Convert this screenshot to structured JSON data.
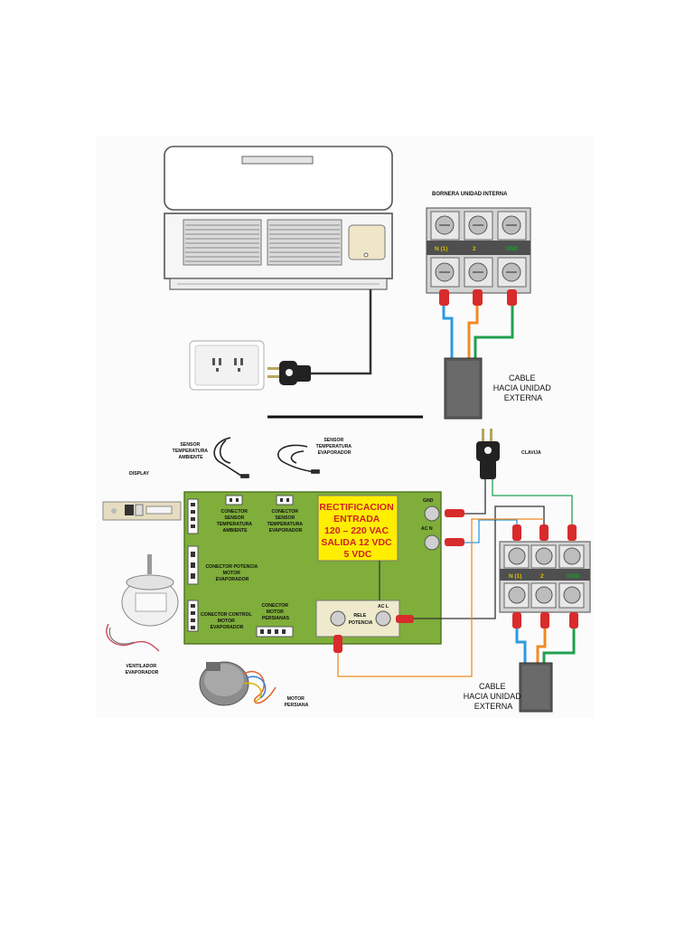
{
  "top": {
    "terminal_title": "BORNERA UNIDAD INTERNA",
    "terminals": [
      "N (1)",
      "2",
      "GND"
    ],
    "cable_label": [
      "CABLE",
      "HACIA UNIDAD",
      "EXTERNA"
    ]
  },
  "bottom": {
    "sensor_ambient": [
      "SENSOR",
      "TEMPERATURA",
      "AMBIENTE"
    ],
    "sensor_evap": [
      "SENSOR",
      "TEMPERATURA",
      "EVAPORADOR"
    ],
    "display": "DISPLAY",
    "clavija": "CLAVIJA",
    "conn_sensor_amb": [
      "CONECTOR",
      "SENSOR",
      "TEMPERATURA",
      "AMBIENTE"
    ],
    "conn_sensor_evap": [
      "CONECTOR",
      "SENSOR",
      "TEMPERATURA",
      "EVAPORADOR"
    ],
    "rectifier": [
      "RECTIFICACION",
      "ENTRADA",
      "120 – 220 VAC",
      "SALIDA 12 VDC",
      "5 VDC"
    ],
    "gnd": "GND",
    "acn": "AC N",
    "acl": "AC L",
    "conn_power_motor": [
      "CONECTOR POTENCIA",
      "MOTOR",
      "EVAPORADOR"
    ],
    "conn_control_motor": [
      "CONECTOR CONTROL",
      "MOTOR",
      "EVAPORADOR"
    ],
    "conn_louver_motor": [
      "CONECTOR",
      "MOTOR",
      "PERSIANAS"
    ],
    "relay": [
      "RELE",
      "POTENCIA"
    ],
    "fan_label": [
      "VENTILADOR",
      "EVAPORADOR"
    ],
    "louver_motor": [
      "MOTOR",
      "PERSIANA"
    ],
    "terminals": [
      "N (1)",
      "2",
      "GND"
    ],
    "cable_label": [
      "CABLE",
      "HACIA UNIDAD",
      "EXTERNA"
    ]
  },
  "colors": {
    "board": "#7fae3a",
    "rectifier_fill": "#ffee00",
    "rectifier_text": "#d0202a",
    "wire_blue": "#2c9be0",
    "wire_orange": "#f08a24",
    "wire_green": "#22a050",
    "wire_dark": "#333333",
    "terminal_green": "#1a9c2e",
    "terminal_yellow": "#d9c200"
  },
  "icons": [
    "air-conditioner-icon",
    "wall-outlet-icon",
    "power-plug-icon",
    "terminal-block-icon",
    "cable-box-icon",
    "sensor-icon",
    "display-board-icon",
    "fan-motor-icon",
    "stepper-motor-icon"
  ]
}
